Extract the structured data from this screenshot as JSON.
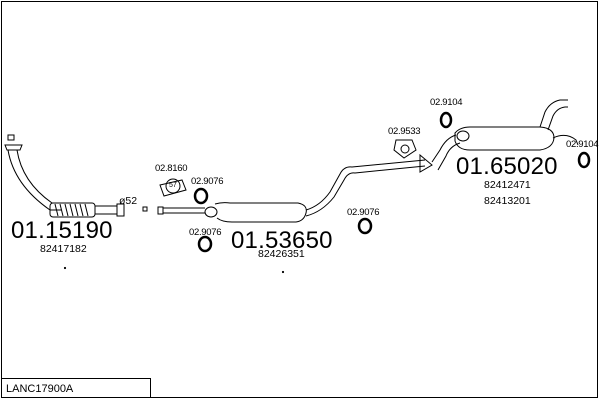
{
  "diagram": {
    "reference": "LANC17900A",
    "diameter_label": "ø52",
    "sections": [
      {
        "part_number": "01.15190",
        "oe_numbers": [
          "82417182"
        ]
      },
      {
        "part_number": "01.53650",
        "oe_numbers": [
          "82426351"
        ]
      },
      {
        "part_number": "01.65020",
        "oe_numbers": [
          "82412471",
          "82413201"
        ]
      }
    ],
    "fittings": [
      {
        "code": "02.8160",
        "badge": "57"
      },
      {
        "code": "02.9076"
      },
      {
        "code": "02.9076"
      },
      {
        "code": "02.9076"
      },
      {
        "code": "02.9533"
      },
      {
        "code": "02.9104"
      },
      {
        "code": "02.9104"
      }
    ]
  }
}
